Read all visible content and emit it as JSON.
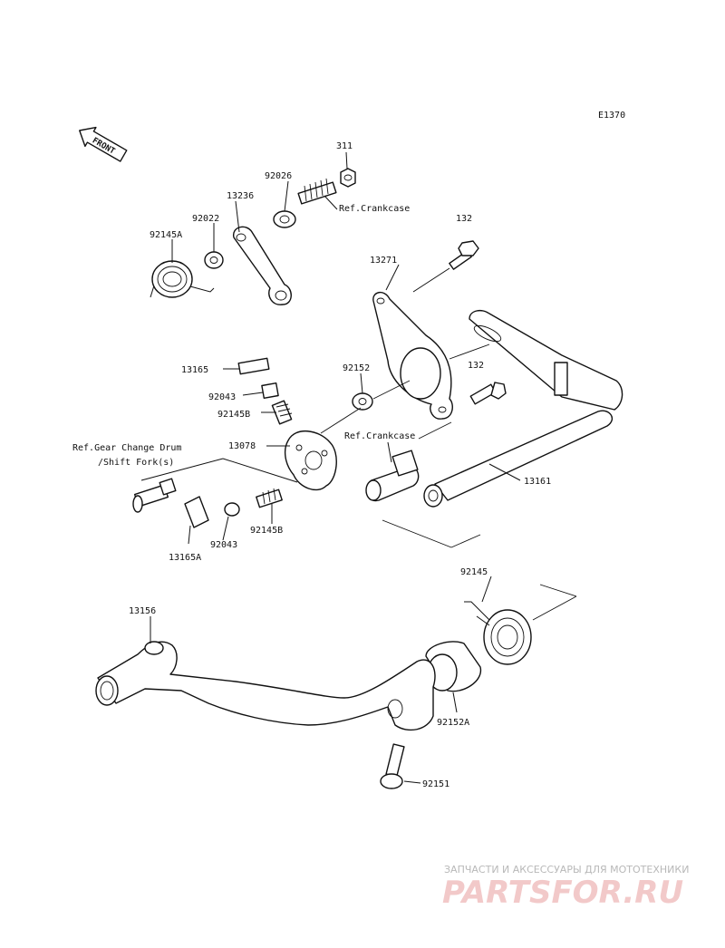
{
  "diagram_code": "E1370",
  "front_arrow": {
    "text": "FRONT",
    "icon": "front-arrow-icon"
  },
  "labels": {
    "p311": "311",
    "p92026": "92026",
    "ref_crankcase_top": "Ref.Crankcase",
    "p13236": "13236",
    "p92022": "92022",
    "p92145A": "92145A",
    "p132_top": "132",
    "p13271": "13271",
    "p92152": "92152",
    "p132_mid": "132",
    "p13165": "13165",
    "p92043_top": "92043",
    "p92145B_top": "92145B",
    "p13078": "13078",
    "ref_gear_change_1": "Ref.Gear Change Drum",
    "ref_gear_change_2": "/Shift Fork(s)",
    "ref_crankcase_mid": "Ref.Crankcase",
    "p13161": "13161",
    "p92043_bottom": "92043",
    "p92145B_bottom": "92145B",
    "p13165A": "13165A",
    "p92145": "92145",
    "p13156": "13156",
    "p92152A": "92152A",
    "p92151": "92151"
  },
  "watermark": {
    "subtitle": "ЗАПЧАСТИ И АКСЕССУАРЫ ДЛЯ МОТОТЕХНИКИ",
    "brand": "PARTSFOR.RU",
    "color": "#f2c9c9"
  }
}
